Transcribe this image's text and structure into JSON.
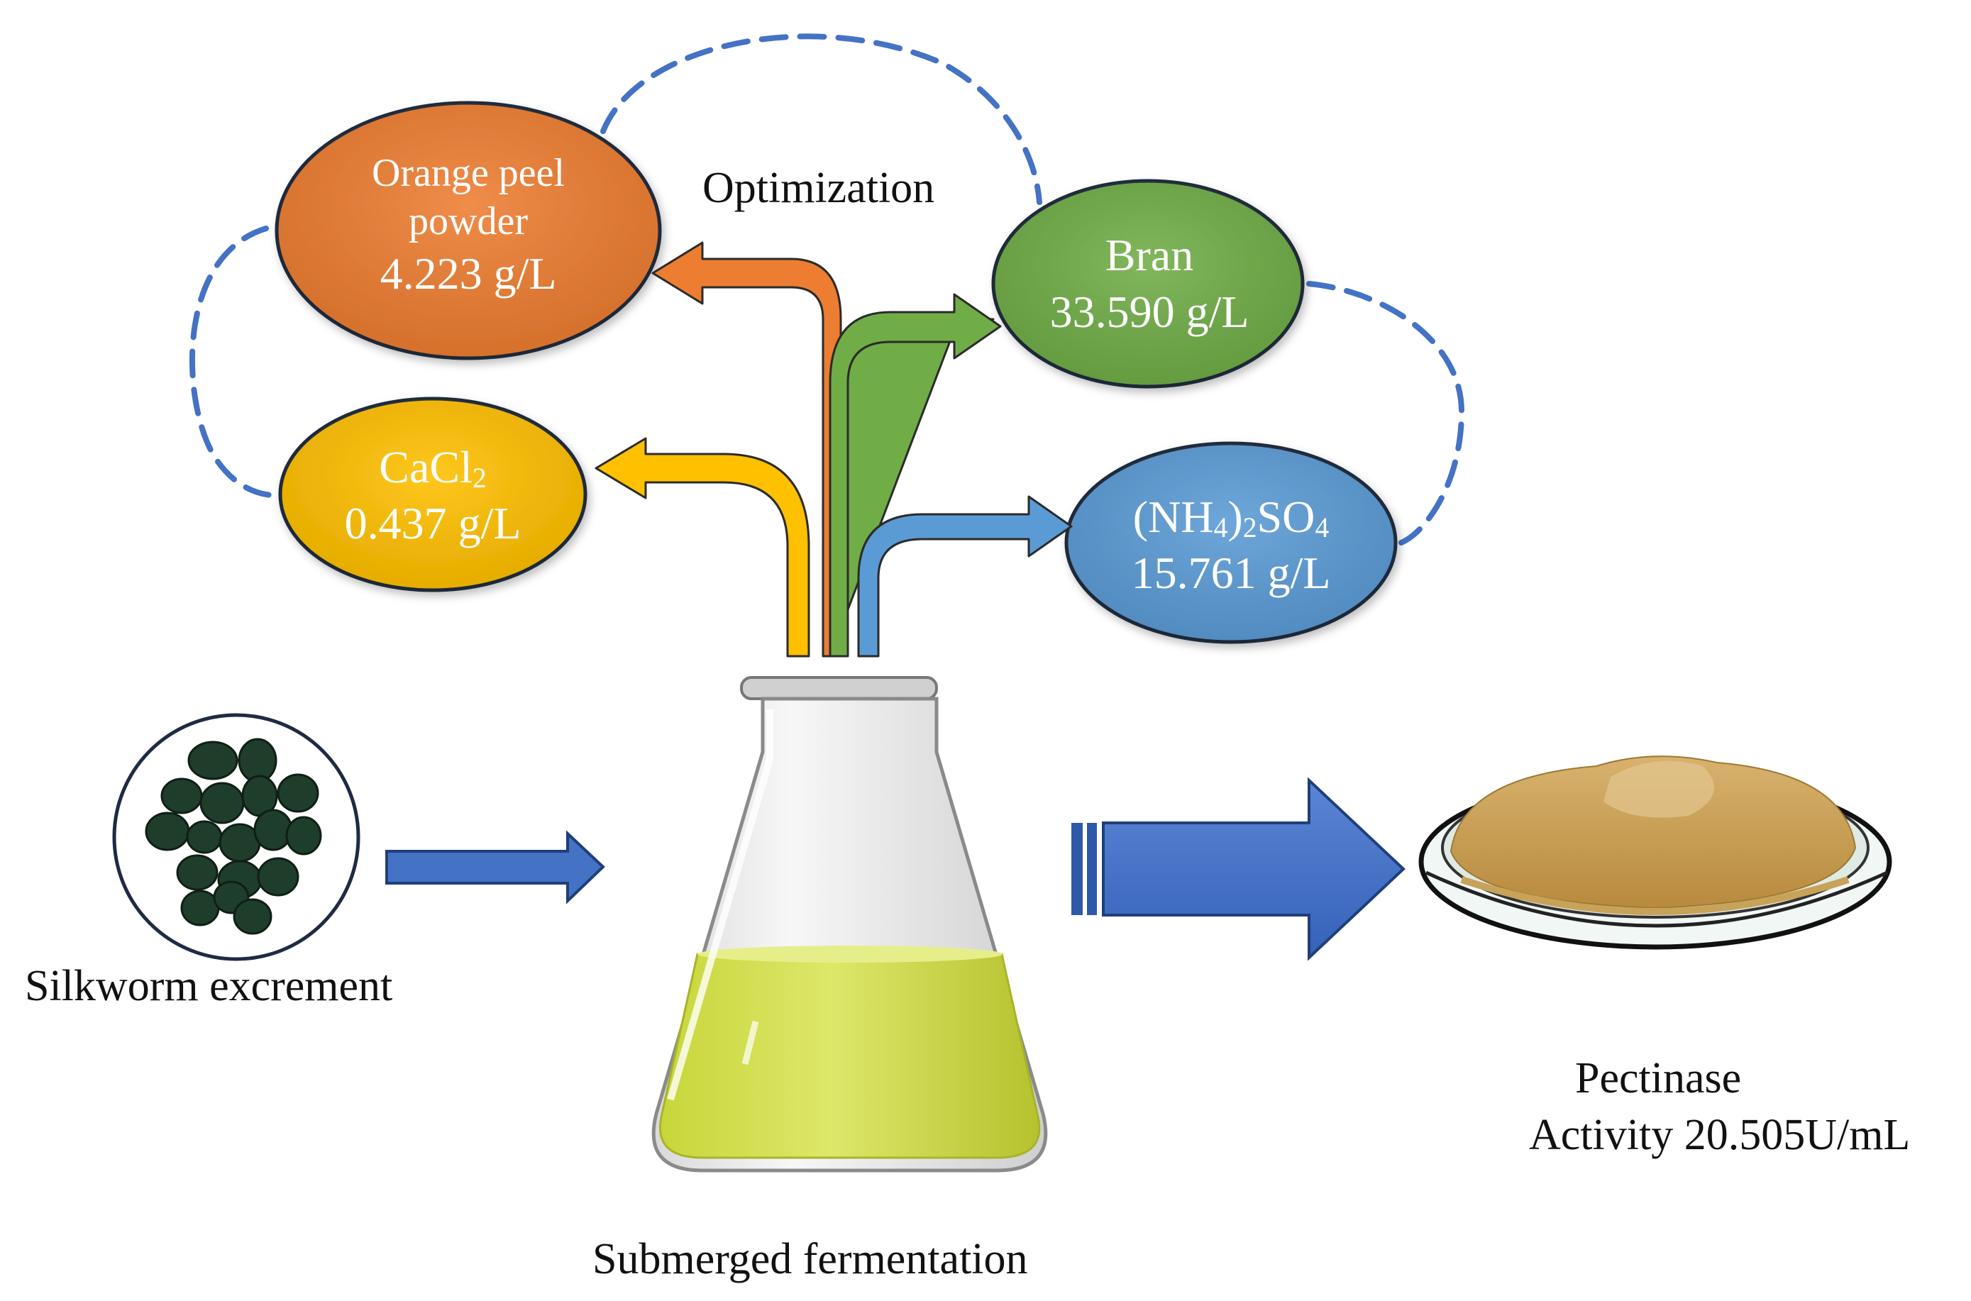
{
  "optimization_label": "Optimization",
  "nodes": {
    "orange_peel": {
      "line1": "Orange peel",
      "line2": "powder",
      "value": "4.223 g/L",
      "color": "#ED7D31"
    },
    "bran": {
      "name": "Bran",
      "value": "33.590 g/L",
      "color": "#70AD47"
    },
    "cacl2": {
      "formula_main": "CaCl",
      "formula_sub": "2",
      "value": "0.437 g/L",
      "color": "#FFC000"
    },
    "ammonium_sulfate": {
      "formula_a": "(NH",
      "formula_sub1": "4",
      "formula_b": ")",
      "formula_sub2": "2",
      "formula_c": "SO",
      "formula_sub3": "4",
      "value": "15.761 g/L",
      "color": "#5B9BD5"
    }
  },
  "silkworm_label": "Silkworm excrement",
  "fermentation_label": "Submerged fermentation",
  "product": {
    "name": "Pectinase",
    "activity": "Activity 20.505U/mL"
  },
  "colors": {
    "dashed_link": "#4472C4",
    "arrow_blue": "#4472C4",
    "liquid": "#D4E04A",
    "pellet": "#1F3D2B"
  },
  "icons": [
    "silkworm-pellets-icon",
    "erlenmeyer-flask-icon",
    "petri-dish-powder-icon",
    "right-arrow-icon",
    "curved-arrow-icon"
  ]
}
